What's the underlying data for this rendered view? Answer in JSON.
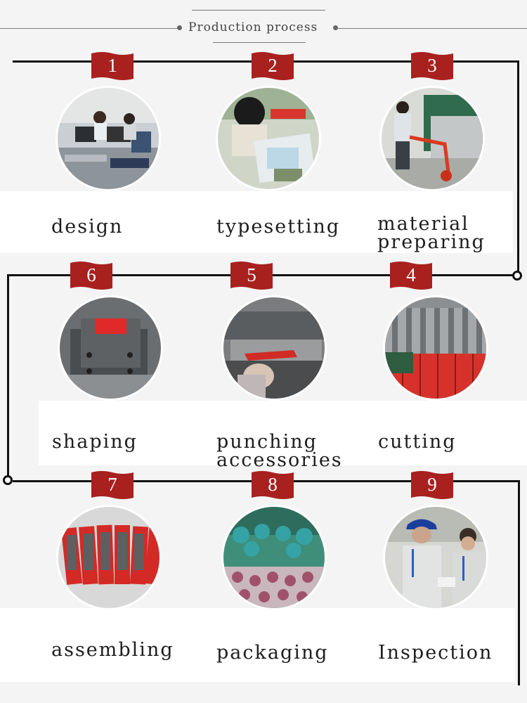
{
  "header": {
    "title": "Production process"
  },
  "steps": [
    {
      "number": "1",
      "label_lines": [
        "design"
      ]
    },
    {
      "number": "2",
      "label_lines": [
        "typesetting"
      ]
    },
    {
      "number": "3",
      "label_lines": [
        "material",
        "preparing"
      ]
    },
    {
      "number": "4",
      "label_lines": [
        "cutting"
      ]
    },
    {
      "number": "5",
      "label_lines": [
        "punching",
        "accessories"
      ]
    },
    {
      "number": "6",
      "label_lines": [
        "shaping"
      ]
    },
    {
      "number": "7",
      "label_lines": [
        "assembling"
      ]
    },
    {
      "number": "8",
      "label_lines": [
        "packaging"
      ]
    },
    {
      "number": "9",
      "label_lines": [
        "Inspection"
      ]
    }
  ],
  "colors": {
    "ribbon": "#a8211f",
    "track": "#111111",
    "band": "#ffffff",
    "background": "#f4f4f4"
  }
}
